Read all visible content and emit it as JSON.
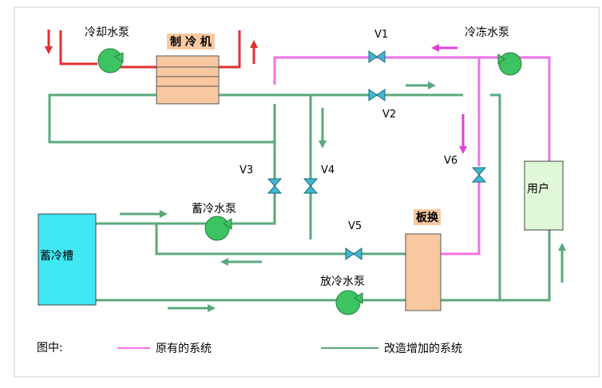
{
  "labels": {
    "cooling_pump": "冷却水泵",
    "chiller": "制 冷 机",
    "v1": "V1",
    "chilled_pump": "冷冻水泵",
    "v2": "V2",
    "v3": "V3",
    "v4": "V4",
    "v6": "V6",
    "user": "用户",
    "storage_pump": "蓄冷水泵",
    "storage_tank": "蓄冷槽",
    "v5": "V5",
    "plate_hx": "板换",
    "discharge_pump": "放冷水泵"
  },
  "legend": {
    "title": "图中:",
    "original": "原有的系统",
    "retrofit": "改造增加的系统"
  },
  "colors": {
    "original_line": "#f070e8",
    "retrofit_line": "#5aa87c",
    "cooling_line": "#e03030",
    "pump": "#3cc462",
    "valve": "#40b8d0",
    "chiller_fill": "#f8c8a0",
    "tank_fill": "#40e8f4",
    "user_fill": "#e0f8d8",
    "hx_fill": "#f8c8a0"
  }
}
